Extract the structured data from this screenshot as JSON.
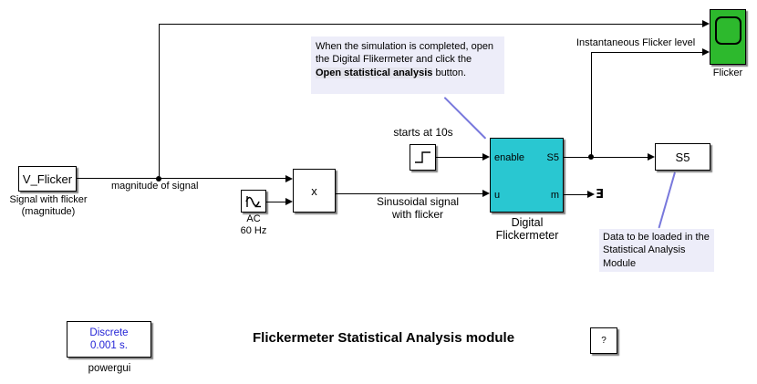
{
  "title": "Flickermeter Statistical Analysis module",
  "colors": {
    "flickermeter_bg": "#29C7D1",
    "scope_bg": "#2DB92D",
    "callout": "#7878DC",
    "note_bg": "#EDEDF9",
    "note_hl": "#E3E3EC",
    "powergui_text": "#2424D6"
  },
  "blocks": {
    "v_flicker": {
      "label": "V_Flicker",
      "caption_line1": "Signal with flicker",
      "caption_line2": "(magnitude)"
    },
    "ac_source": {
      "caption_line1": "AC",
      "caption_line2": "60 Hz"
    },
    "product": {
      "label": "x"
    },
    "step": {
      "caption": "starts at 10s"
    },
    "flickermeter": {
      "port_enable": "enable",
      "port_u": "u",
      "port_s5": "S5",
      "port_m": "m",
      "caption_line1": "Digital",
      "caption_line2": "Flickermeter"
    },
    "scope": {
      "caption": "Flicker"
    },
    "s5_store": {
      "label": "S5"
    },
    "powergui": {
      "line1": "Discrete",
      "line2": "0.001 s.",
      "caption": "powergui"
    },
    "help": {
      "label": "?"
    }
  },
  "wire_labels": {
    "magnitude": "magnitude of signal",
    "sinusoidal_line1": "Sinusoidal signal",
    "sinusoidal_line2": "with flicker",
    "instantaneous": "Instantaneous Flicker level",
    "terminator_glyph": "Ǝ"
  },
  "annotations": {
    "note1_part1": "When the simulation is completed, open the Digital Flikermeter and click the ",
    "note1_bold": "Open statistical analysis",
    "note1_part3": " button.",
    "note2_line1": "Data to be loaded in the",
    "note2_line2": "Statistical Analysis Module"
  }
}
